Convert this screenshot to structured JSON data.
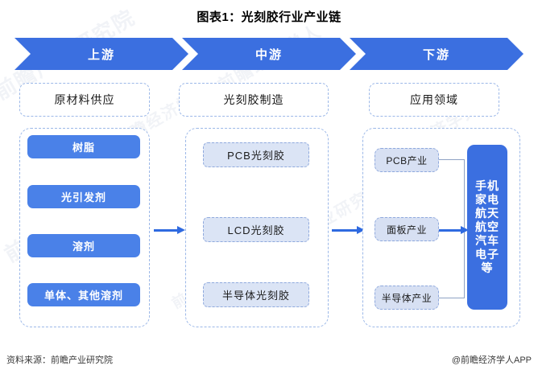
{
  "title": "图表1：光刻胶行业产业链",
  "banner": {
    "segments": [
      {
        "label": "上游"
      },
      {
        "label": "中游"
      },
      {
        "label": "下游"
      }
    ]
  },
  "columns": {
    "upstream": {
      "header": "原材料供应",
      "items": [
        "树脂",
        "光引发剂",
        "溶剂",
        "单体、其他溶剂"
      ]
    },
    "midstream": {
      "header": "光刻胶制造",
      "items": [
        "PCB光刻胶",
        "LCD光刻胶",
        "半导体光刻胶"
      ]
    },
    "downstream": {
      "header": "应用领域",
      "items": [
        "PCB产业",
        "面板产业",
        "半导体产业"
      ],
      "application_lines": [
        "手机",
        "家电",
        "航天",
        "航空",
        "汽车",
        "电子",
        "等"
      ]
    }
  },
  "watermark": {
    "text_a": "前瞻产业研究院",
    "text_b": "前瞻经济学人"
  },
  "footer": {
    "source": "资料来源：前瞻产业研究院",
    "credit": "@前瞻经济学人APP"
  },
  "colors": {
    "primary_blue": "#3b6fe0",
    "item_blue": "#4a81e8",
    "light_blue_fill": "#dbe4f5",
    "dashed_border": "#9cb8e8",
    "arrow_blue": "#2f6ae0"
  }
}
